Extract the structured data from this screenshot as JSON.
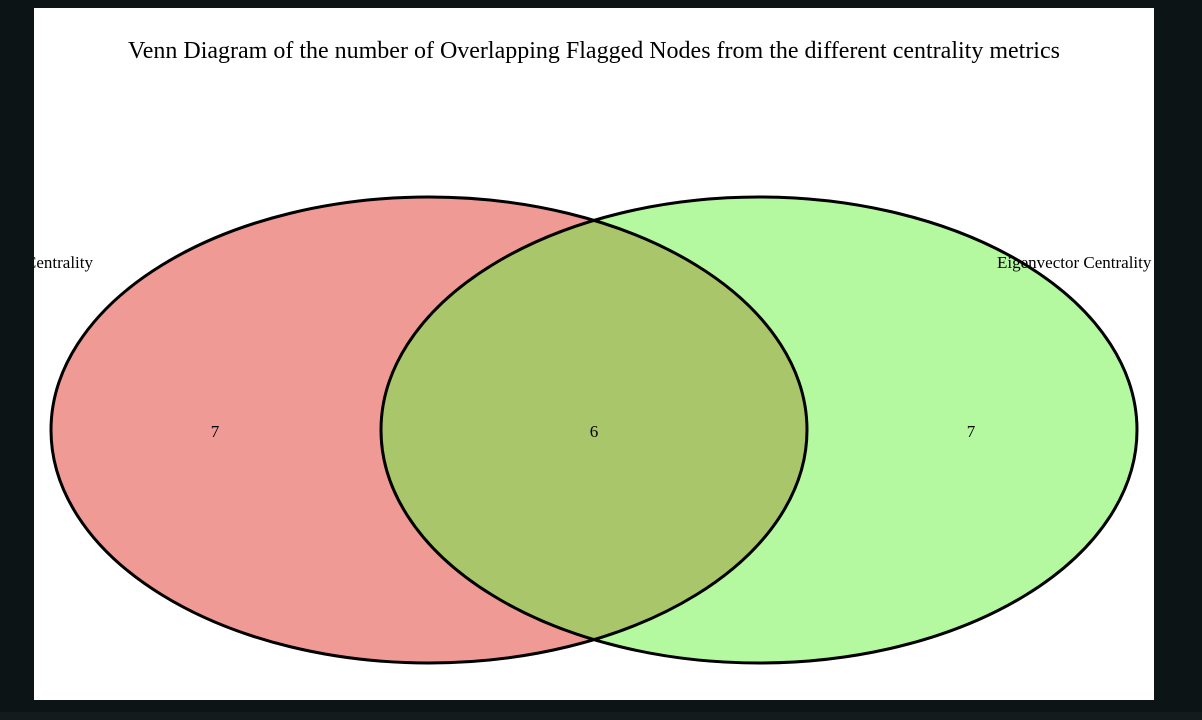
{
  "diagram": {
    "title": "Venn Diagram of the number of Overlapping Flagged Nodes from the different centrality metrics",
    "sets": [
      {
        "label": "Betweenness Centrality",
        "color": "#f09a96"
      },
      {
        "label": "Eigenvector Centrality",
        "color": "#b4f8a0"
      }
    ],
    "overlap_color": "#aac66a",
    "regions": {
      "left_only": "7",
      "both": "6",
      "right_only": "7"
    }
  }
}
